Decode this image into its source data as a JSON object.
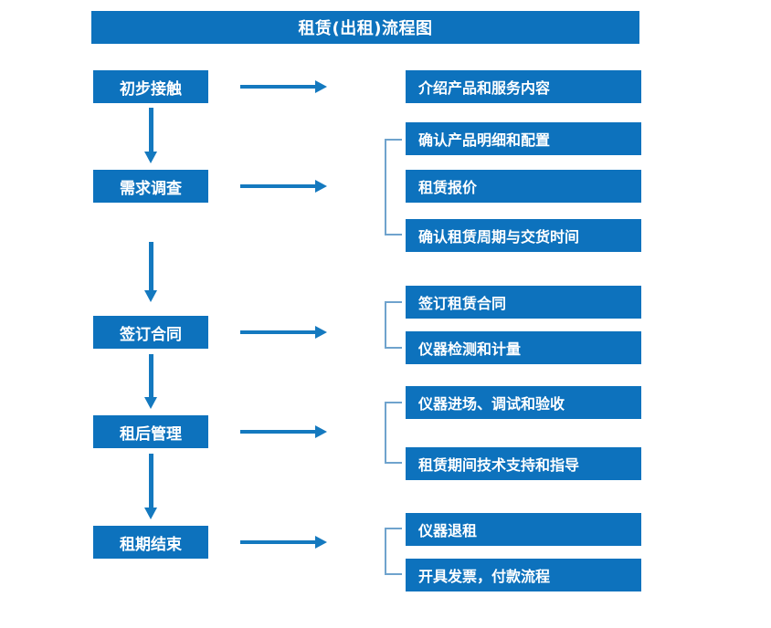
{
  "title": "租赁(出租)流程图",
  "colors": {
    "box_blue": "#0d72bd",
    "arrow_blue": "#1479bf",
    "bracket_blue": "#6fa3cd",
    "text_white": "#ffffff",
    "background": "#ffffff"
  },
  "stages": [
    {
      "label": "初步接触"
    },
    {
      "label": "需求调查"
    },
    {
      "label": "签订合同"
    },
    {
      "label": "租后管理"
    },
    {
      "label": "租期结束"
    }
  ],
  "details": [
    {
      "label": "介绍产品和服务内容"
    },
    {
      "label": "确认产品明细和配置"
    },
    {
      "label": "租赁报价"
    },
    {
      "label": "确认租赁周期与交货时间"
    },
    {
      "label": "签订租赁合同"
    },
    {
      "label": "仪器检测和计量"
    },
    {
      "label": "仪器进场、调试和验收"
    },
    {
      "label": "租赁期间技术支持和指导"
    },
    {
      "label": "仪器退租"
    },
    {
      "label": "开具发票，付款流程"
    }
  ],
  "chart_data": {
    "type": "diagram",
    "title": "租赁(出租)流程图",
    "flow": [
      {
        "stage": "初步接触",
        "details": [
          "介绍产品和服务内容"
        ],
        "grouped": false
      },
      {
        "stage": "需求调查",
        "details": [
          "确认产品明细和配置",
          "租赁报价",
          "确认租赁周期与交货时间"
        ],
        "grouped": true
      },
      {
        "stage": "签订合同",
        "details": [
          "签订租赁合同",
          "仪器检测和计量"
        ],
        "grouped": true
      },
      {
        "stage": "租后管理",
        "details": [
          "仪器进场、调试和验收",
          "租赁期间技术支持和指导"
        ],
        "grouped": true
      },
      {
        "stage": "租期结束",
        "details": [
          "仪器退租",
          "开具发票，付款流程"
        ],
        "grouped": true
      }
    ]
  }
}
